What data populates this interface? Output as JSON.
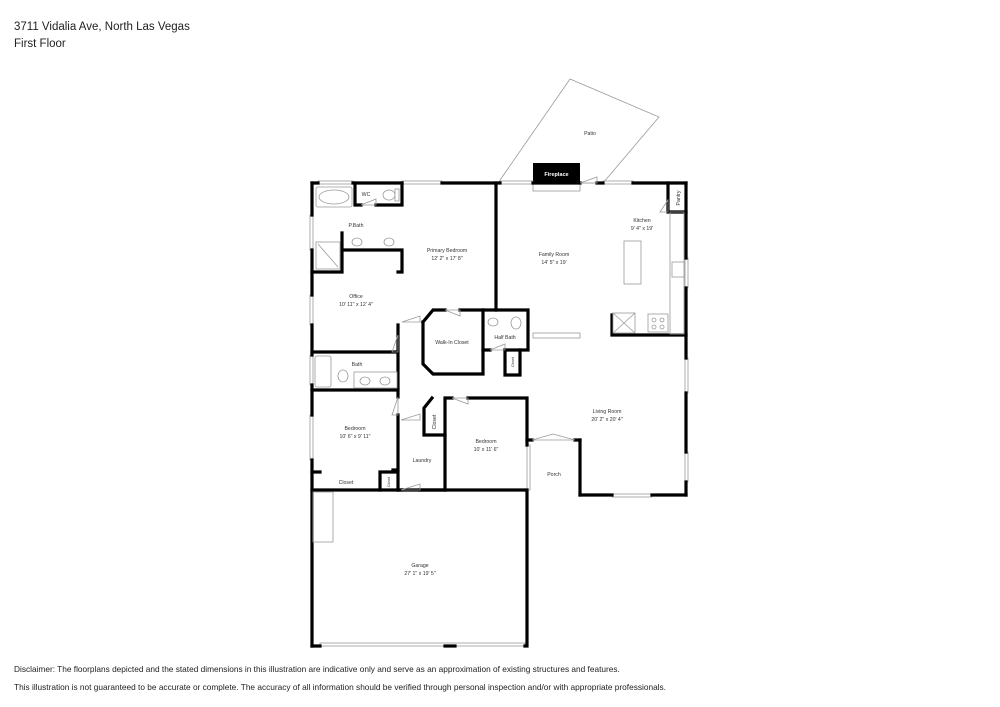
{
  "header": {
    "address": "3711 Vidalia Ave, North Las Vegas",
    "floor": "First Floor"
  },
  "rooms": {
    "patio": {
      "name": "Patio"
    },
    "fireplace": {
      "name": "Fireplace"
    },
    "pantry": {
      "name": "Pantry"
    },
    "kitchen": {
      "name": "Kitchen",
      "dims": "9' 4\" x 19'"
    },
    "family_room": {
      "name": "Family Room",
      "dims": "14' 5\" x 19'"
    },
    "wc": {
      "name": "WC"
    },
    "p_bath": {
      "name": "P.Bath"
    },
    "primary_bedroom": {
      "name": "Primary Bedroom",
      "dims": "12' 2\" x 17' 8\""
    },
    "office": {
      "name": "Office",
      "dims": "10' 11\" x 12' 4\""
    },
    "walk_in_closet": {
      "name": "Walk-In Closet"
    },
    "half_bath": {
      "name": "Half Bath"
    },
    "half_bath_closet": {
      "name": "Closet"
    },
    "bath": {
      "name": "Bath"
    },
    "bedroom_1": {
      "name": "Bedroom",
      "dims": "10' 6\" x 9' 11\""
    },
    "bedroom_1_closet": {
      "name": "Closet"
    },
    "laundry_closet_small": {
      "name": "Closet"
    },
    "laundry": {
      "name": "Laundry"
    },
    "bedroom_2_closet": {
      "name": "Closet"
    },
    "bedroom_2": {
      "name": "Bedroom",
      "dims": "10' x 11' 6\""
    },
    "living_room": {
      "name": "Living Room",
      "dims": "20' 2\" x 20' 4\""
    },
    "porch": {
      "name": "Porch"
    },
    "garage": {
      "name": "Garage",
      "dims": "27' 1\" x 19' 5\""
    }
  },
  "disclaimer": {
    "line1": "Disclaimer: The floorplans depicted and the stated dimensions in this illustration are indicative only and serve as an approximation of existing structures and features.",
    "line2": "This illustration is not guaranteed to be accurate or complete. The accuracy of all information should be verified through personal inspection and/or with appropriate professionals."
  }
}
